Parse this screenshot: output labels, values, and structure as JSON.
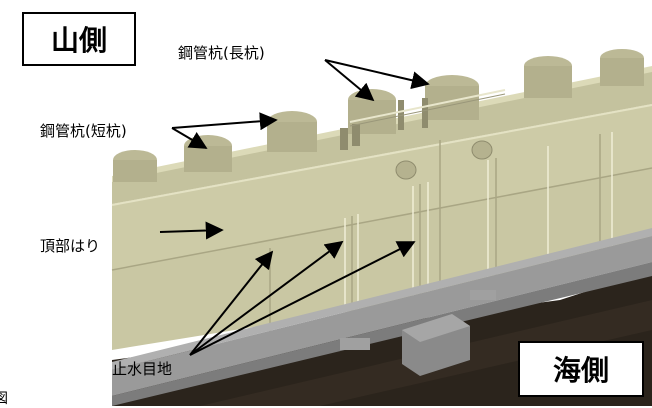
{
  "labels": {
    "mountain_side": "山側",
    "sea_side": "海側",
    "long_pile": "鋼管杭(長杭)",
    "short_pile": "鋼管杭(短杭)",
    "top_beam": "頂部はり",
    "water_stop_joint": "止水目地",
    "figure_caption_fragment": "図"
  },
  "colors": {
    "wall": "#c9c7a3",
    "wall_shadow": "#a9a684",
    "pile_top": "#bcb996",
    "ground": "#2b241c",
    "base_beam": "#8d8d8d"
  }
}
